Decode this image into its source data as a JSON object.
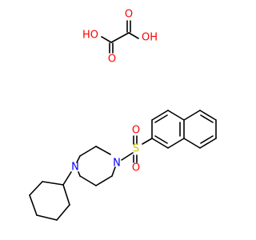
{
  "colors": {
    "bond": "#000000",
    "oxygen": "#ff0000",
    "nitrogen": "#0000ff",
    "sulfur": "#cccc00",
    "background": "#ffffff"
  },
  "labels": {
    "oxalic_ho_left": "HO",
    "oxalic_oh_right": "OH",
    "oxalic_o_bottom": "O",
    "oxalic_o_top": "O",
    "sulfonyl_s": "S",
    "sulfonyl_o_top": "O",
    "sulfonyl_o_bottom": "O",
    "piperazine_n_sulfonyl": "N",
    "piperazine_n_cyclohexyl": "N"
  }
}
